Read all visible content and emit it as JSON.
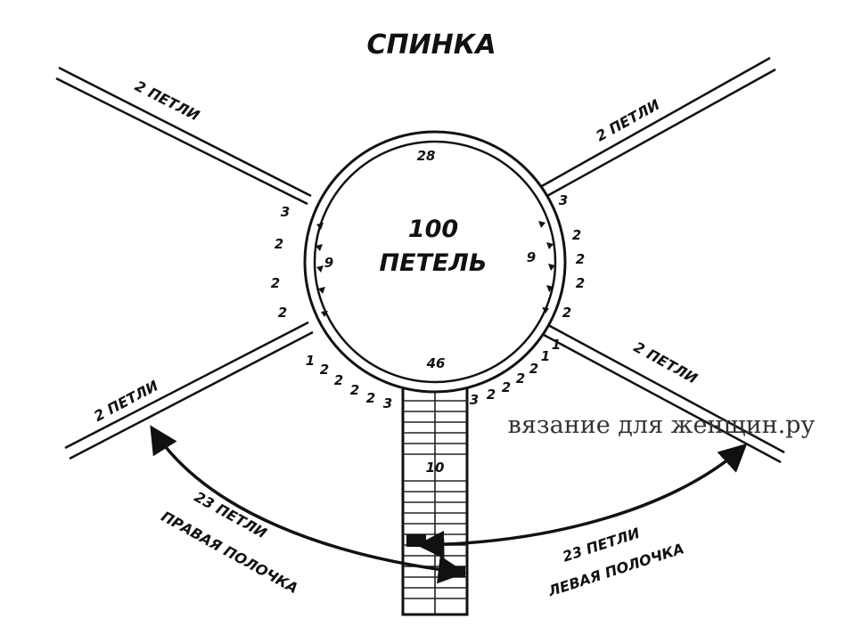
{
  "title": "СПИНКА",
  "center": {
    "line1": "100",
    "line2": "ПЕТЕЛЬ"
  },
  "ring_numbers": {
    "top": "28",
    "bottom": "46",
    "left": "9",
    "right": "9"
  },
  "raglan_labels": {
    "top_left": "2 ПЕТЛИ",
    "top_right": "2 ПЕТЛИ",
    "bottom_left": "2 ПЕТЛИ",
    "bottom_right": "2 ПЕТЛИ"
  },
  "stitch_counts": {
    "left_upper": [
      "3",
      "2",
      "2",
      "2"
    ],
    "right_upper": [
      "3",
      "2",
      "2",
      "2",
      "2"
    ],
    "bottom_left": [
      "1",
      "2",
      "2",
      "2",
      "2",
      "3"
    ],
    "bottom_right": [
      "3",
      "2",
      "2",
      "2",
      "2",
      "1",
      "1"
    ]
  },
  "placket_number": "10",
  "right_front": {
    "count": "23 ПЕТЛИ",
    "name": "ПРАВАЯ ПОЛОЧКА"
  },
  "left_front": {
    "count": "23 ПЕТЛИ",
    "name": "ЛЕВАЯ ПОЛОЧКА"
  },
  "watermark": "вязание для женщин.ру"
}
